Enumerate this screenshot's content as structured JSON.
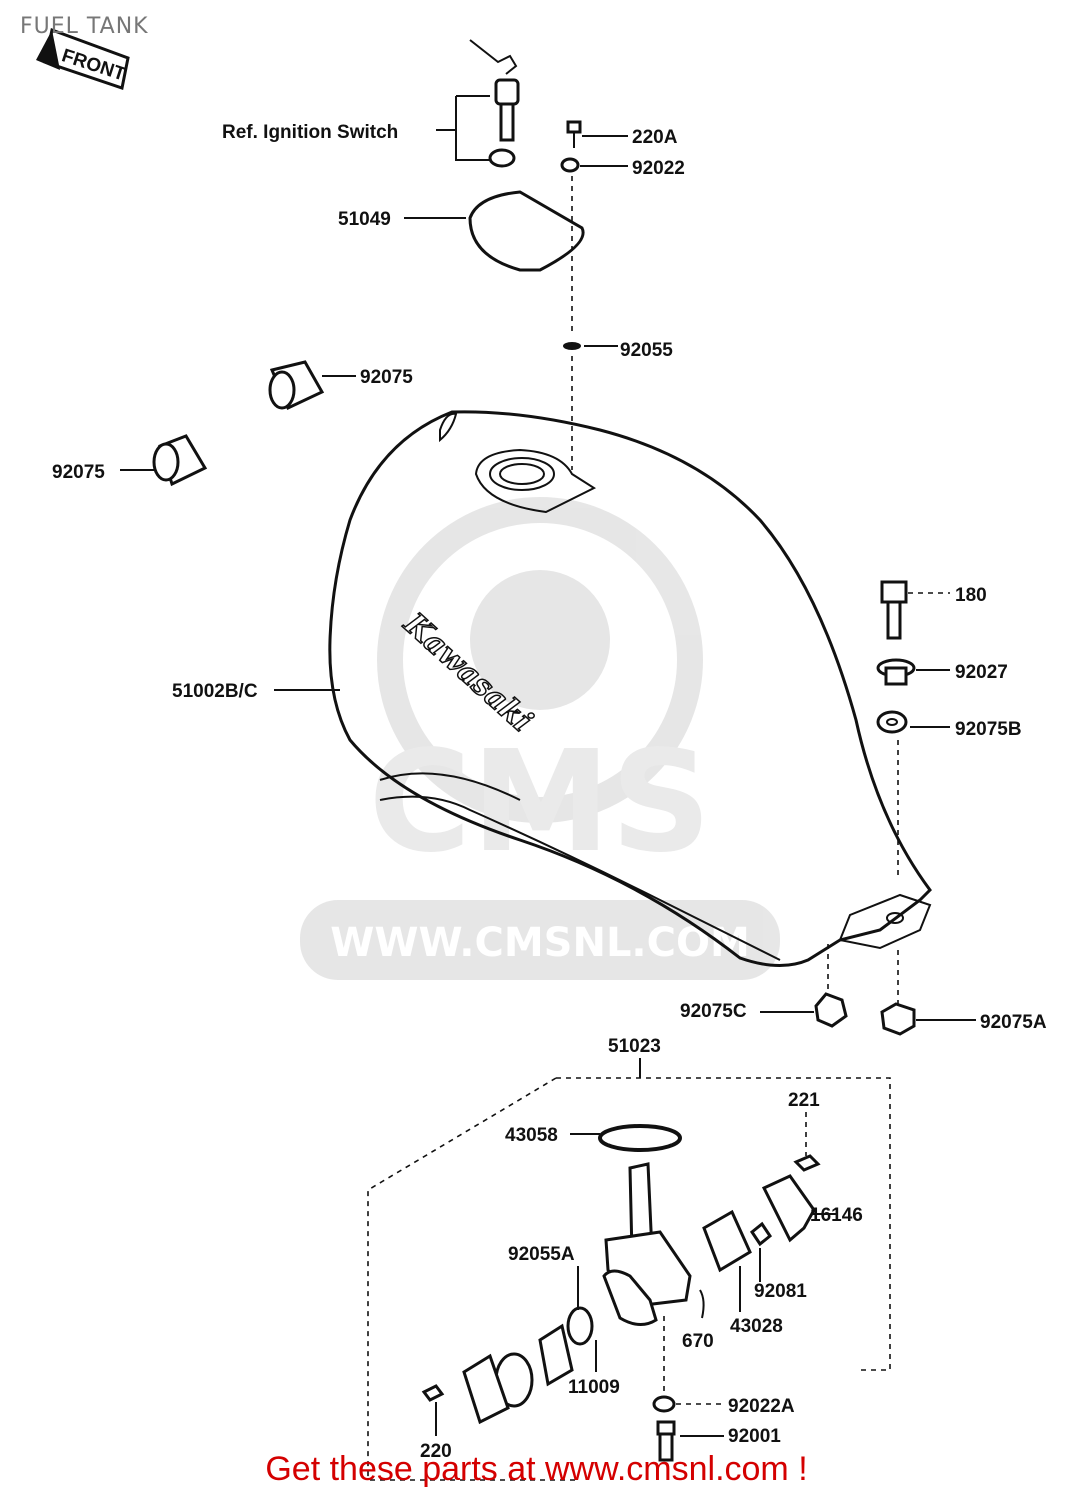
{
  "title": "FUEL TANK",
  "front_label": "FRONT",
  "ref_label": "Ref. Ignition Switch",
  "logo_text": "Kawasaki",
  "watermark": {
    "brand": "CMS",
    "url": "WWW.CMSNL.COM"
  },
  "footer": "Get these parts at www.cmsnl.com !",
  "callouts": {
    "p220A": "220A",
    "p92022": "92022",
    "p51049": "51049",
    "p92055": "92055",
    "p92075_top": "92075",
    "p92075_left": "92075",
    "p180": "180",
    "p92027": "92027",
    "p92075B": "92075B",
    "p51002": "51002B/C",
    "p92075C": "92075C",
    "p92075A": "92075A",
    "p51023": "51023",
    "p221": "221",
    "p43058": "43058",
    "p16146": "16146",
    "p92055A": "92055A",
    "p92081": "92081",
    "p43028": "43028",
    "p670": "670",
    "p11009": "11009",
    "p92022A": "92022A",
    "p92001": "92001",
    "p220": "220"
  },
  "colors": {
    "footer": "#d40000",
    "ink": "#111111",
    "watermark": "#e4e4e4"
  }
}
